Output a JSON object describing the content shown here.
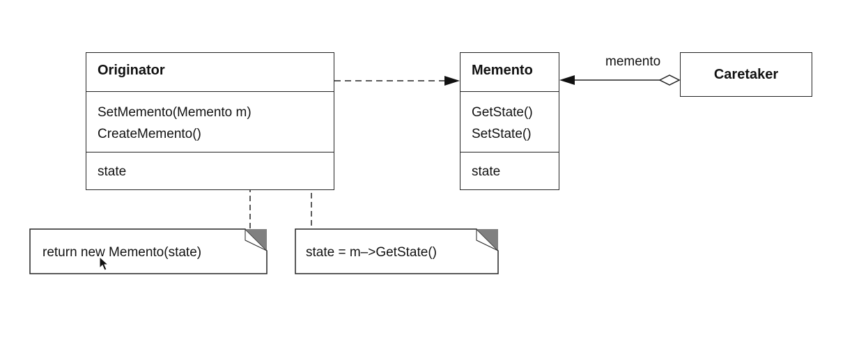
{
  "classes": {
    "originator": {
      "name": "Originator",
      "operations": [
        "SetMemento(Memento m)",
        "CreateMemento()"
      ],
      "attributes": [
        "state"
      ]
    },
    "memento": {
      "name": "Memento",
      "operations": [
        "GetState()",
        "SetState()"
      ],
      "attributes": [
        "state"
      ]
    },
    "caretaker": {
      "name": "Caretaker"
    }
  },
  "association_label": "memento",
  "notes": {
    "create_memento": "return new Memento(state)",
    "set_memento": "state = m–>GetState()"
  },
  "colors": {
    "line": "#222222",
    "note_fold": "#808080",
    "background": "#ffffff"
  }
}
